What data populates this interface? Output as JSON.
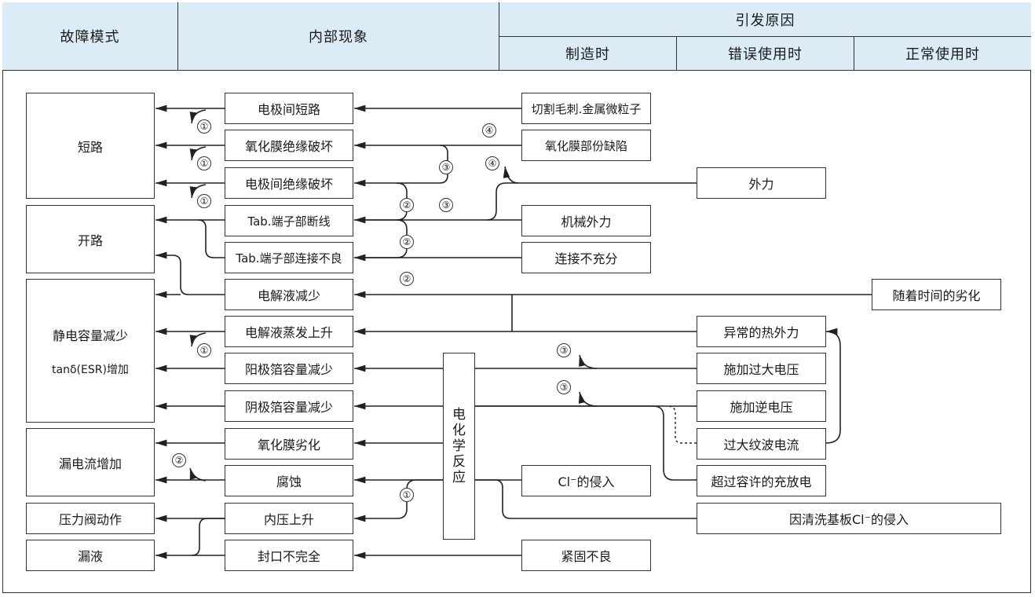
{
  "header": {
    "failure_mode": "故障模式",
    "internal": "内部现象",
    "cause": "引发原因",
    "manufacture": "制造时",
    "misuse": "错误使用时",
    "normal": "正常使用时"
  },
  "modes": {
    "short": "短路",
    "open": "开路",
    "cap_decrease": "静电容量减少",
    "tan_increase": "tanδ(ESR)增加",
    "leak_increase": "漏电流增加",
    "valve": "压力阀动作",
    "leak": "漏液"
  },
  "phenomena": {
    "p1": "电极间短路",
    "p2": "氧化膜绝缘破坏",
    "p3": "电极间绝缘破坏",
    "p4": "Tab.端子部断线",
    "p5": "Tab.端子部连接不良",
    "p6": "电解液减少",
    "p7": "电解液蒸发上升",
    "p8": "阳极箔容量减少",
    "p9": "阴极箔容量减少",
    "p10": "氧化膜劣化",
    "p11": "腐蚀",
    "p12": "内压上升",
    "p13": "封口不完全"
  },
  "electrochem": [
    "电",
    "化",
    "学",
    "反",
    "应"
  ],
  "causes": {
    "m1": "切割毛刺.金属微粒子",
    "m2": "氧化膜部份缺陷",
    "m3": "机械外力",
    "m4": "连接不充分",
    "m5": "Cl⁻的侵入",
    "m6": "紧固不良",
    "u1": "外力",
    "u2": "异常的热外力",
    "u3": "施加过大电压",
    "u4": "施加逆电压",
    "u5": "过大纹波电流",
    "u6": "超过容许的充放电",
    "u7": "因清洗基板Cl⁻的侵入",
    "n1": "随着时间的劣化"
  },
  "markers": [
    "①",
    "①",
    "①",
    "①",
    "①",
    "②",
    "②",
    "②",
    "②",
    "②",
    "③",
    "③",
    "③",
    "③",
    "③",
    "④",
    "④"
  ]
}
